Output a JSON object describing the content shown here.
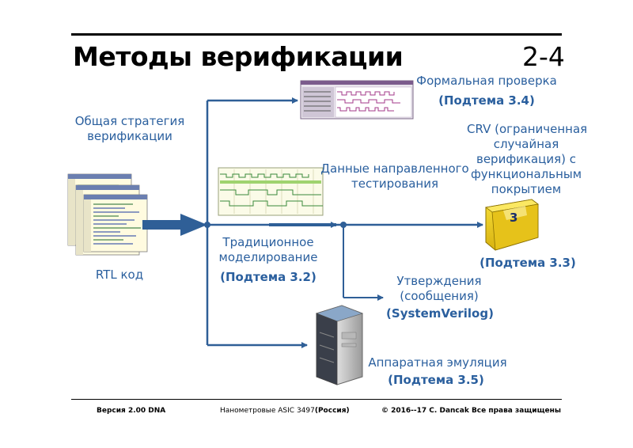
{
  "title": "Методы верификации",
  "slide_number": "2-4",
  "labels": {
    "overall_strategy": [
      "Общая стратегия",
      "верификации"
    ],
    "rtl_code": "RTL код",
    "formal": "Формальная проверка",
    "formal_sub": "(Подтема 3.4)",
    "crv": [
      "CRV (ограниченная",
      "случайная",
      "верификация) с",
      "функциональным",
      "покрытием"
    ],
    "crv_sub": "(Подтема 3.3)",
    "bin_number": "3",
    "directed": [
      "Данные направленного",
      "тестирования"
    ],
    "traditional": [
      "Традиционное",
      "моделирование"
    ],
    "traditional_sub": "(Подтема 3.2)",
    "assertions": [
      "Утверждения",
      "(сообщения)"
    ],
    "assertions_sub": "(SystemVerilog)",
    "emulation": "Аппаратная эмуляция",
    "emulation_sub": "(Подтема 3.5)"
  },
  "footer": {
    "version": "Версия 2.00 DNA",
    "course_prefix": "Нанометровые ASIC 3497",
    "course_suffix": "(Россия)",
    "copyright": "© 2016--17 C. Dancak  Все права защищены"
  },
  "colors": {
    "arrow": "#2f5f97",
    "label": "#2a5f9e",
    "bin": "#f2d21b"
  }
}
